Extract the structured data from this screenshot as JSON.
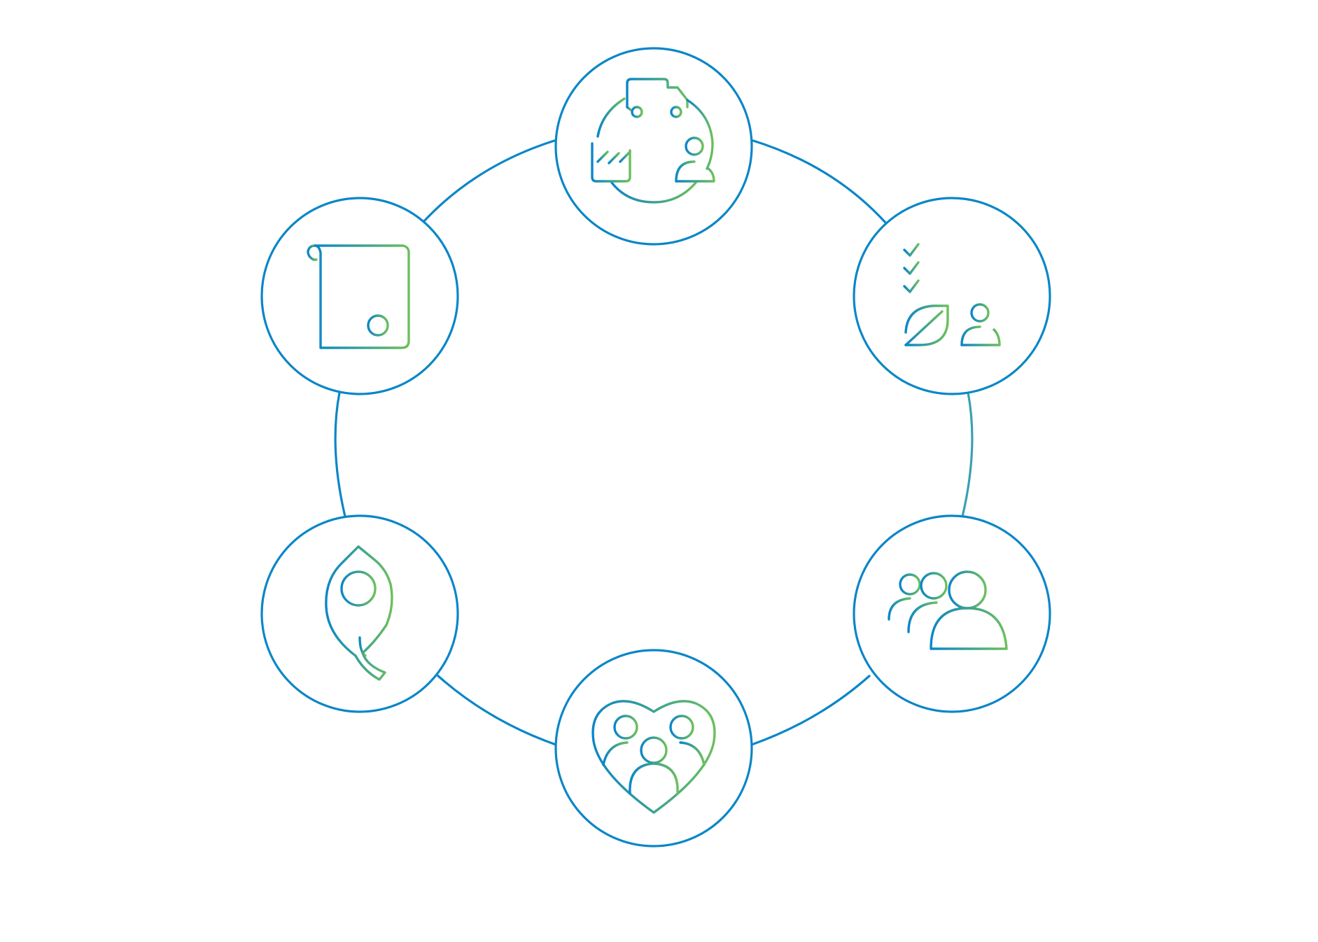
{
  "colors": {
    "ring_stroke": "#0a86c8",
    "connector_stroke": "#0a86c8",
    "connector_stroke_right": "#3aa0b0",
    "icon_gradient_start": "#0a86c8",
    "icon_gradient_end": "#6cbf5c",
    "background": "#ffffff"
  },
  "nodes": [
    {
      "id": "top",
      "icon": "logistics-cycle-icon"
    },
    {
      "id": "upper-right",
      "icon": "checklist-leaf-person-icon"
    },
    {
      "id": "lower-right",
      "icon": "group-of-people-icon"
    },
    {
      "id": "bottom",
      "icon": "heart-community-icon"
    },
    {
      "id": "lower-left",
      "icon": "leaf-idea-icon"
    },
    {
      "id": "upper-left",
      "icon": "document-scroll-icon"
    }
  ]
}
